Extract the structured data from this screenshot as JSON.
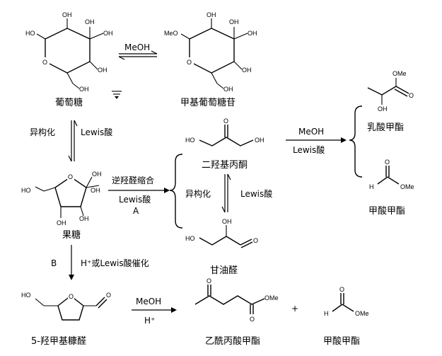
{
  "compounds": {
    "glucose": {
      "name": "葡萄糖",
      "atoms": {
        "oh_top1": "OH",
        "oh_top2": "OH",
        "oh_right": "OH",
        "oh_br": "OH",
        "ho_left": "HO",
        "ring_o": "O",
        "ch2oh": "OH"
      }
    },
    "methyl_glucoside": {
      "name": "甲基葡萄糖苷",
      "atoms": {
        "oh_top1": "OH",
        "oh_top2": "OH",
        "oh_right": "OH",
        "oh_br": "OH",
        "meo": "MeO",
        "ring_o": "O",
        "ch2oh": "OH"
      }
    },
    "fructose": {
      "name": "果糖",
      "atoms": {
        "ring_o": "O",
        "oh_anomeric": "OH",
        "oh_ch2": "OH",
        "ho_left": "HO",
        "oh_bl": "OH",
        "oh_br": "OH"
      }
    },
    "dihydroxyacetone": {
      "name": "二羟基丙酮",
      "atoms": {
        "o": "O",
        "ho": "HO",
        "oh": "OH"
      }
    },
    "glyceraldehyde": {
      "name": "甘油醛",
      "atoms": {
        "oh": "OH",
        "ho": "HO",
        "o": "O"
      }
    },
    "methyl_lactate": {
      "name": "乳酸甲酯",
      "atoms": {
        "ome": "OMe",
        "o": "O",
        "oh": "OH"
      }
    },
    "methyl_formate_top": {
      "name": "甲酸甲酯",
      "atoms": {
        "o": "O",
        "h": "H",
        "ome": "OMe"
      }
    },
    "hmf": {
      "name": "5-羟甲基糠醛",
      "atoms": {
        "ho": "HO",
        "ring_o": "O",
        "o": "O"
      }
    },
    "methyl_levulinate": {
      "name": "乙酰丙酸甲酯",
      "atoms": {
        "o_keto": "O",
        "o_ester": "O",
        "ome": "OMe"
      }
    },
    "methyl_formate_bottom": {
      "name": "甲酸甲酯",
      "atoms": {
        "o": "O",
        "h": "H",
        "ome": "OMe"
      }
    }
  },
  "conditions": {
    "glucoside": "MeOH",
    "isomerization_left": "异构化",
    "lewis_left": "Lewis酸",
    "retro_aldol": "逆羟醛缩合",
    "retro_aldol_lewis": "Lewis酸",
    "route_a": "A",
    "isomerization_mid": "异构化",
    "lewis_mid": "Lewis酸",
    "to_esters_meoh": "MeOH",
    "to_esters_lewis": "Lewis酸",
    "route_b": "B",
    "dehydration": "H⁺或Lewis酸催化",
    "hmf_meoh": "MeOH",
    "hmf_h": "H⁺",
    "plus": "+"
  }
}
